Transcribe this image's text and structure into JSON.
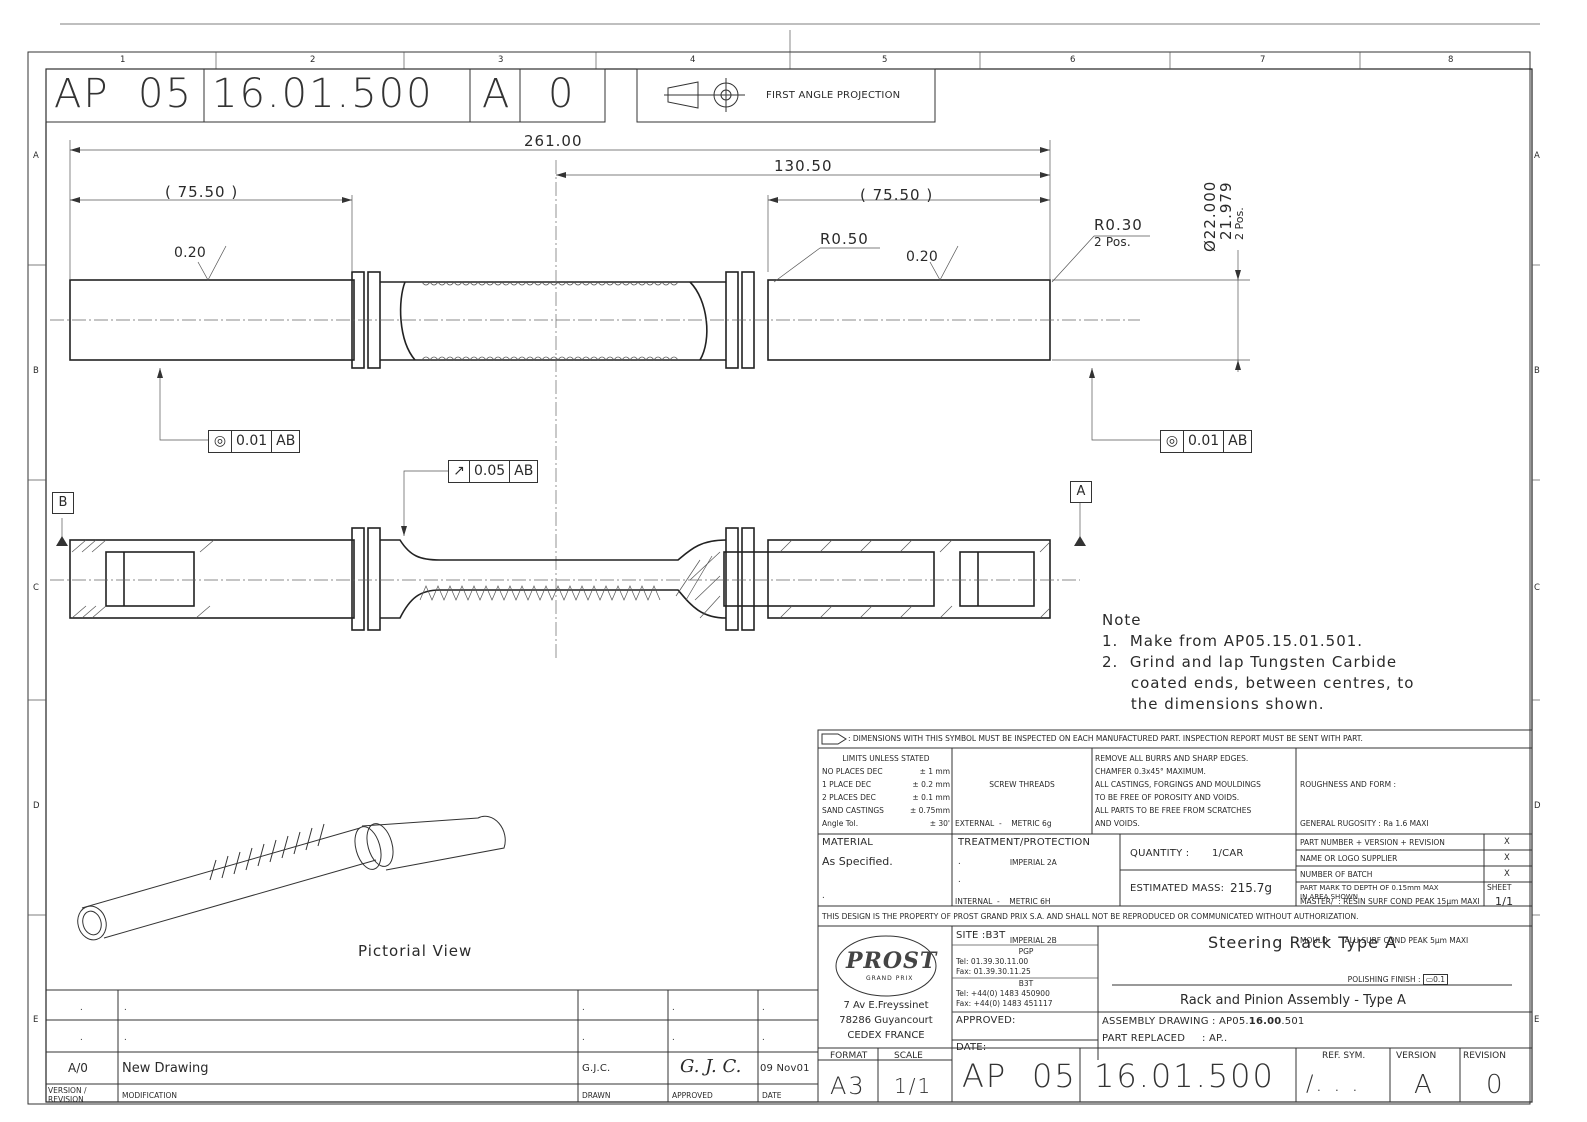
{
  "zone_columns": [
    "1",
    "2",
    "3",
    "4",
    "5",
    "6",
    "7",
    "8"
  ],
  "zone_rows": [
    "A",
    "B",
    "C",
    "D",
    "E"
  ],
  "header": {
    "prefix": "AP",
    "group": "05",
    "number": "16.01.500",
    "version": "A",
    "revision": "0",
    "projection": "FIRST ANGLE PROJECTION"
  },
  "dimensions": {
    "overall": "261.00",
    "half": "130.50",
    "left_end": "( 75.50 )",
    "right_end": "( 75.50 )",
    "radius_mid": "R0.50",
    "radius_end": "R0.30",
    "radius_end_note": "2 Pos.",
    "dia_max": "22.000",
    "dia_min": "21.979",
    "dia_note": "2 Pos.",
    "dia_symbol": "Ø",
    "rough_left": "0.20",
    "rough_right": "0.20"
  },
  "tolerances": {
    "conc_left": {
      "value": "0.01",
      "datum": "AB"
    },
    "conc_right": {
      "value": "0.01",
      "datum": "AB"
    },
    "runout": {
      "value": "0.05",
      "datum": "AB"
    },
    "datum_b": "B",
    "datum_a": "A"
  },
  "notes": {
    "title": "Note",
    "items": [
      "1.  Make from AP05.15.01.501.",
      "2.  Grind and lap Tungsten Carbide",
      "     coated ends, between centres, to",
      "     the dimensions shown."
    ]
  },
  "pictorial_label": "Pictorial View",
  "inspection_note": ": DIMENSIONS WITH THIS SYMBOL MUST BE INSPECTED ON EACH MANUFACTURED PART. INSPECTION REPORT MUST BE SENT WITH PART.",
  "limits": {
    "title": "LIMITS UNLESS STATED",
    "rows": [
      [
        "NO PLACES DEC",
        "± 1    mm"
      ],
      [
        "1 PLACE DEC",
        "± 0.2 mm"
      ],
      [
        "2 PLACES DEC",
        "± 0.1 mm"
      ],
      [
        "SAND CASTINGS",
        "± 0.75mm"
      ],
      [
        "Angle Tol.",
        "± 30'"
      ]
    ]
  },
  "screw_threads": {
    "title": "SCREW THREADS",
    "rows": [
      "EXTERNAL  -    METRIC 6g",
      "                       IMPERIAL 2A",
      "INTERNAL  -    METRIC 6H",
      "                       IMPERIAL 2B"
    ]
  },
  "general_notes": [
    "REMOVE ALL BURRS AND SHARP EDGES.",
    "CHAMFER 0.3x45° MAXIMUM.",
    "ALL CASTINGS, FORGINGS AND MOULDINGS",
    "TO BE FREE OF POROSITY AND VOIDS.",
    "ALL PARTS TO BE FREE FROM SCRATCHES",
    "AND VOIDS."
  ],
  "roughness": [
    "ROUGHNESS AND FORM :",
    "GENERAL RUGOSITY : Ra 1.6 MAXI",
    "",
    "MASTER/  : RESIN SURF COND PEAK 15µm MAXI",
    "MOULD       ALU SURF COND PEAK 5µm MAXI",
    "                    POLISHING FINISH :",
    "0.1"
  ],
  "material": {
    "label": "MATERIAL",
    "value": "As Specified."
  },
  "treatment": {
    "label": "TREATMENT/PROTECTION",
    "dots": [
      ".",
      ".",
      "."
    ]
  },
  "quantity": {
    "label": "QUANTITY :",
    "value": "1/CAR"
  },
  "mass": {
    "label": "ESTIMATED MASS:",
    "value": "215.7g"
  },
  "part_marking": [
    {
      "label": "PART NUMBER + VERSION + REVISION",
      "mark": "X"
    },
    {
      "label": "NAME OR LOGO SUPPLIER",
      "mark": "X"
    },
    {
      "label": "NUMBER OF BATCH",
      "mark": "X"
    },
    {
      "label": "PART MARK TO DEPTH OF 0.15mm MAX\nIN AREA SHOWN",
      "mark": ""
    }
  ],
  "sheet": {
    "label": "SHEET",
    "value": "1/1"
  },
  "property_note": "THIS DESIGN IS THE PROPERTY OF PROST GRAND PRIX S.A. AND SHALL NOT BE REPRODUCED OR COMMUNICATED WITHOUT AUTHORIZATION.",
  "company": {
    "logo": "PROST",
    "logo_sub": "GRAND PRIX",
    "address": [
      "7 Av E.Freyssinet",
      "78286 Guyancourt",
      "CEDEX FRANCE"
    ]
  },
  "site": {
    "label": "SITE :B3T",
    "pgp": "PGP",
    "pgp_tel": "Tel: 01.39.30.11.00",
    "pgp_fax": "Fax: 01.39.30.11.25",
    "b3t": "B3T",
    "b3t_tel": "Tel: +44(0) 1483 450900",
    "b3t_fax": "Fax: +44(0) 1483 451117",
    "approved": "APPROVED:",
    "date": "DATE:"
  },
  "title": {
    "main": "Steering Rack Type A",
    "sub": "Rack and Pinion Assembly - Type A",
    "assembly": "ASSEMBLY DRAWING : AP05.",
    "assembly_bold": "16.00",
    "assembly_tail": ".501",
    "replaced": "PART REPLACED     : AP.."
  },
  "bottom": {
    "format_label": "FORMAT",
    "format": "A3",
    "scale_label": "SCALE",
    "scale": "1/1",
    "ref_label": "REF. SYM.",
    "ref": "/. . .",
    "version_label": "VERSION",
    "revision_label": "REVISION"
  },
  "revision_table": {
    "dots": [
      ".",
      ".",
      ".",
      ".",
      "."
    ],
    "version_rev": "A/0",
    "modification": "New Drawing",
    "drawn": "G.J.C.",
    "approved": "G. J. C.",
    "date": "09 Nov01",
    "labels": {
      "version": "VERSION /\nREVISION",
      "modification": "MODIFICATION",
      "drawn": "DRAWN",
      "approved": "APPROVED",
      "date": "DATE"
    }
  }
}
